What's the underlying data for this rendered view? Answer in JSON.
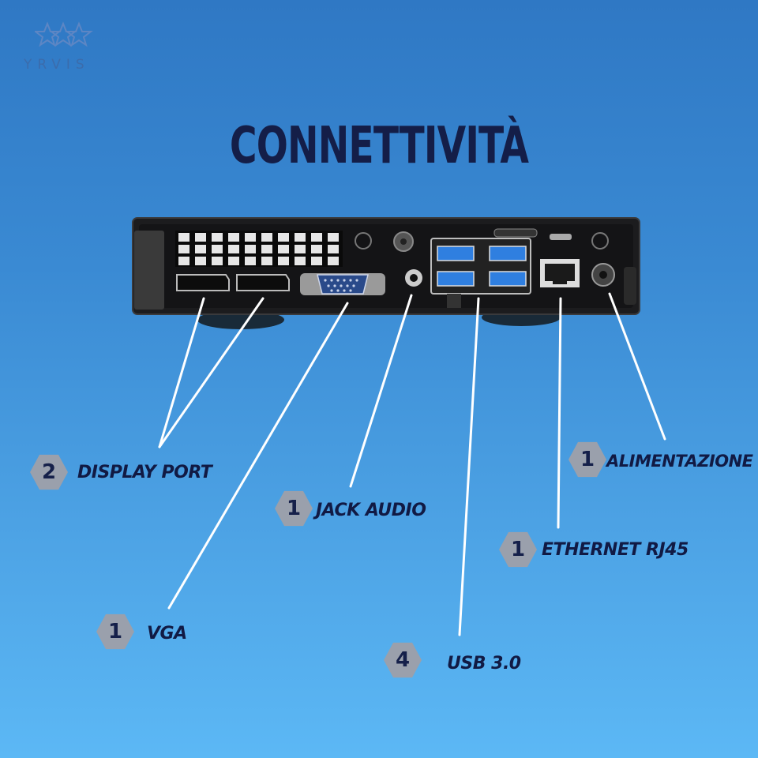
{
  "brand": {
    "name": "YRVIS"
  },
  "title": "CONNETTIVITÀ",
  "ports": [
    {
      "count": "2",
      "label": "DISPLAY PORT"
    },
    {
      "count": "1",
      "label": "VGA"
    },
    {
      "count": "1",
      "label": "JACK AUDIO"
    },
    {
      "count": "4",
      "label": "USB 3.0"
    },
    {
      "count": "1",
      "label": "ETHERNET RJ45"
    },
    {
      "count": "1",
      "label": "ALIMENTAZIONE"
    }
  ],
  "colors": {
    "background_top": "#2f78c4",
    "background_bottom": "#5cb8f5",
    "title": "#141e48",
    "badge": "#9aa0ac",
    "usb_port": "#2f7fe0"
  }
}
